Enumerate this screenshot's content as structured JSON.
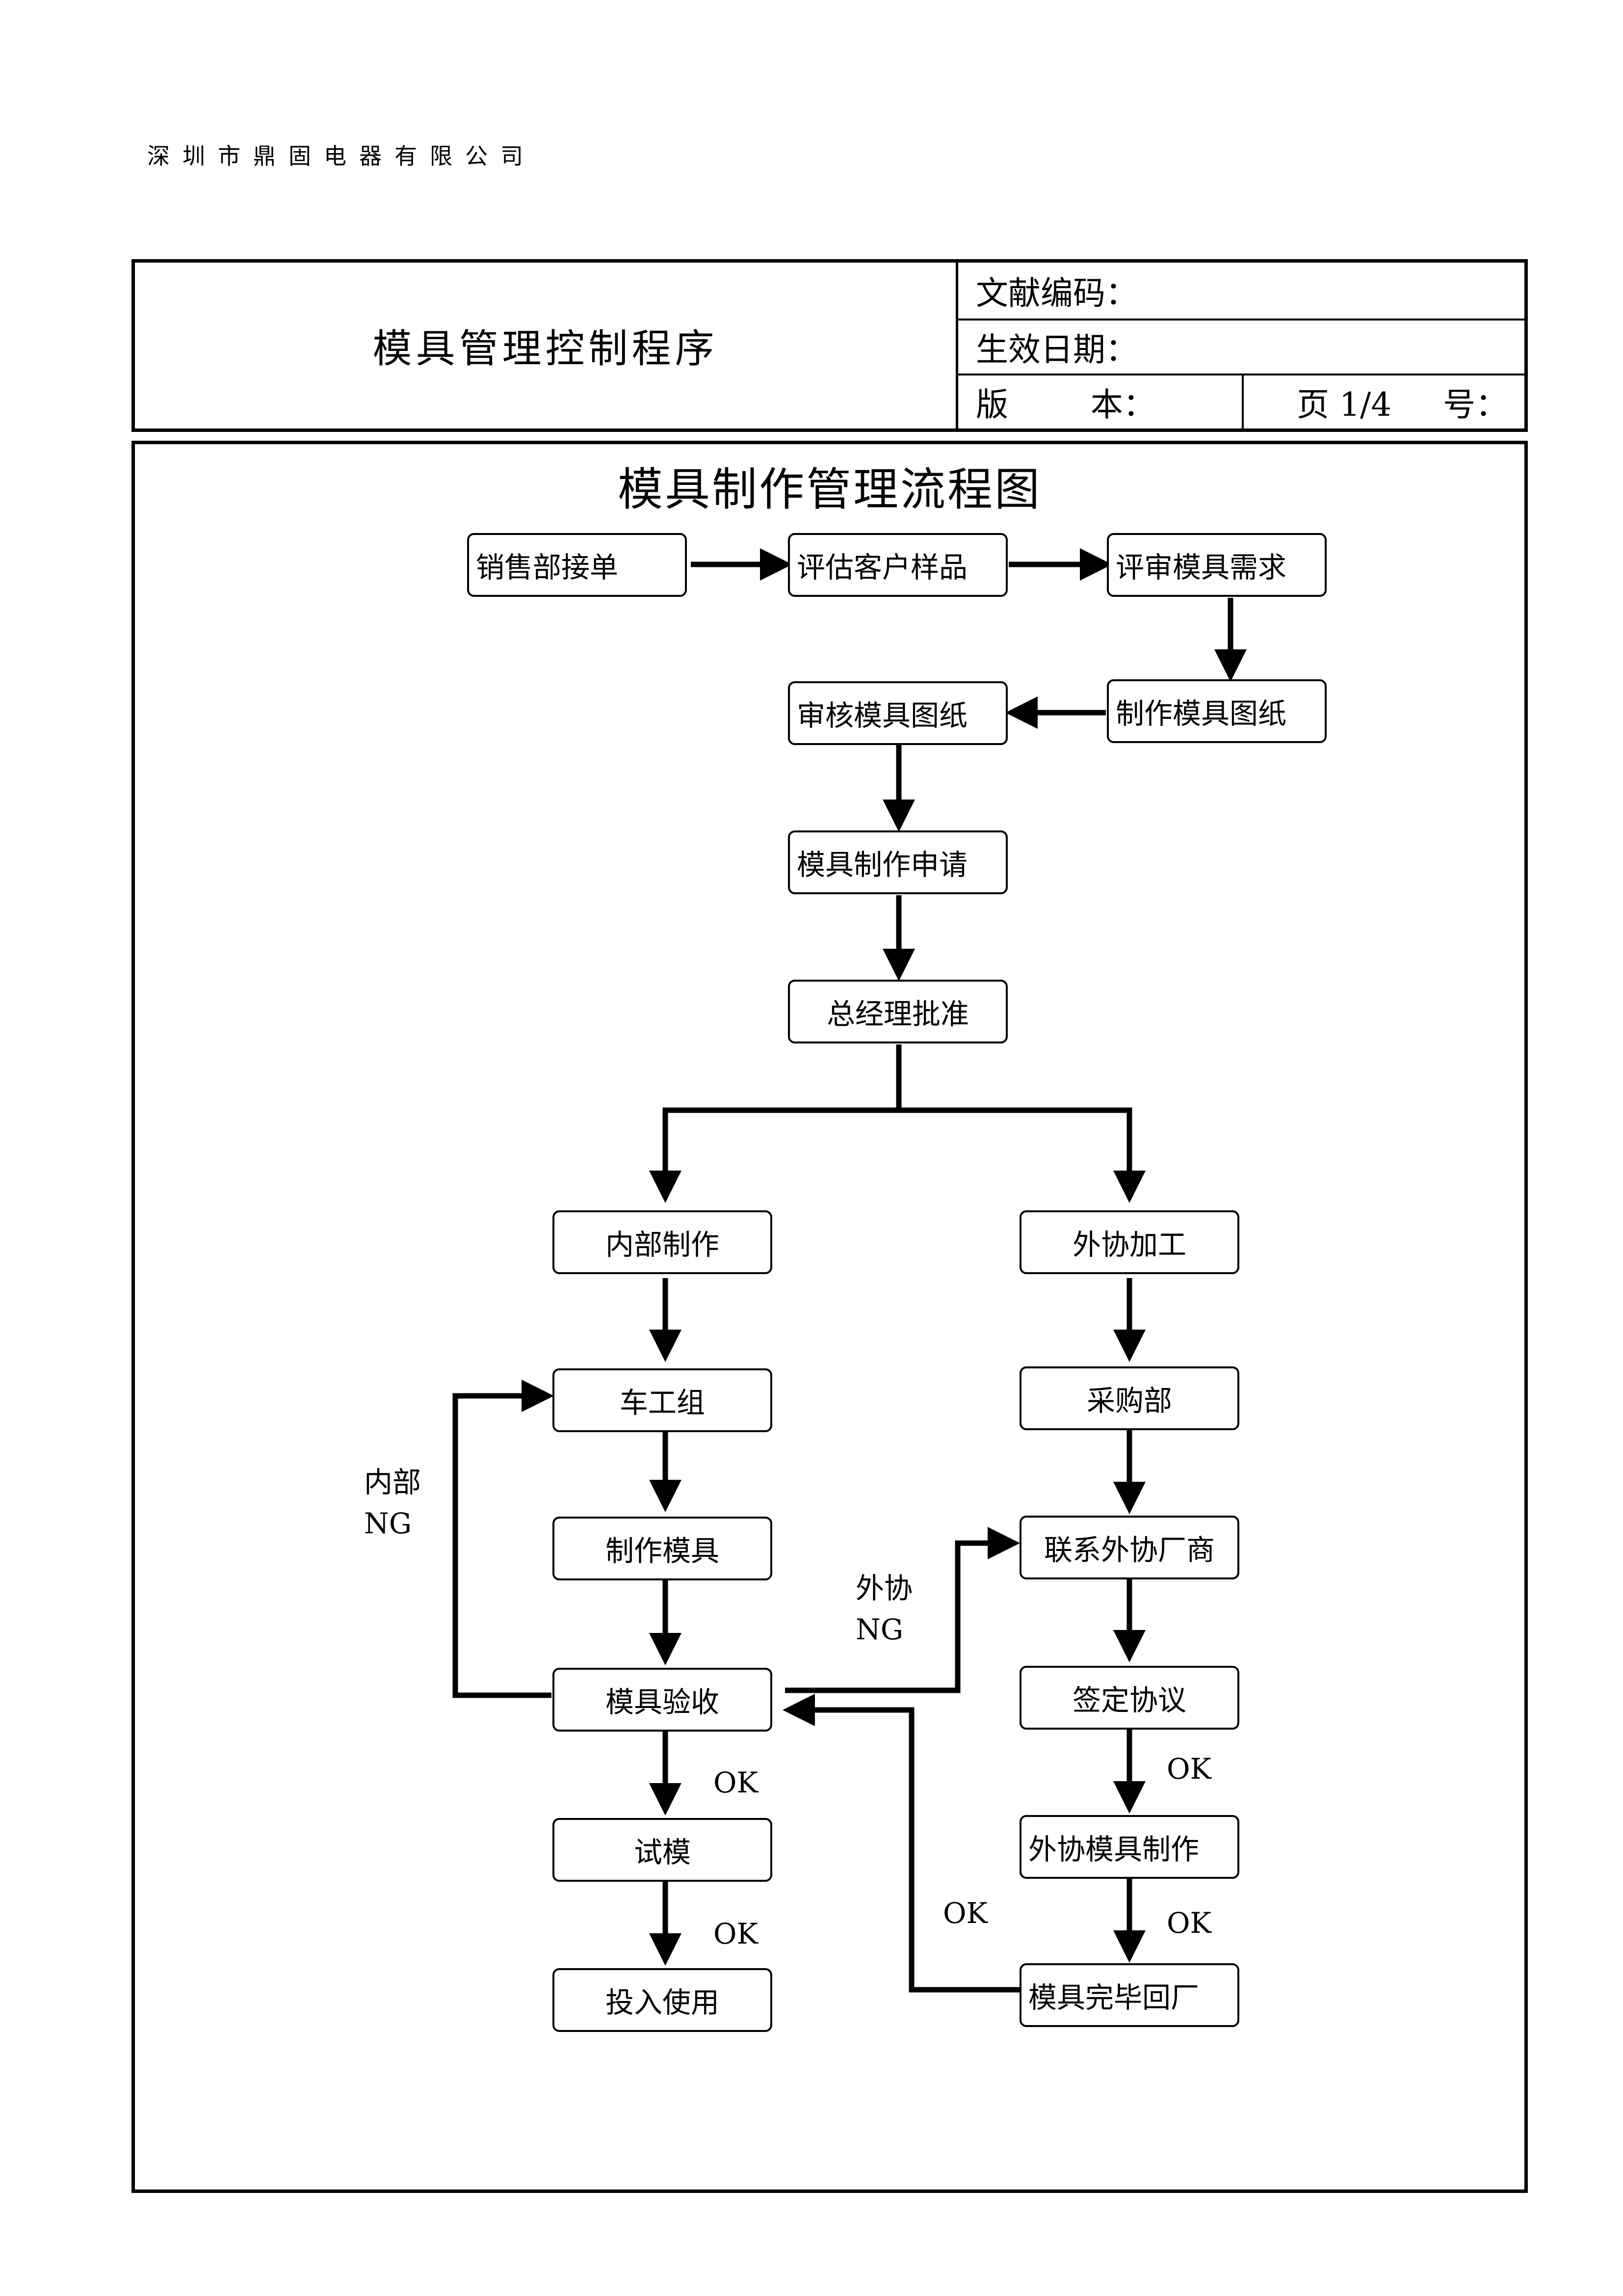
{
  "company": "深圳市鼎固电器有限公司",
  "header": {
    "title": "模具管理控制程序",
    "doc_code_label": "文献编码：",
    "effective_date_label": "生效日期：",
    "version_label": "版        本：",
    "page_label": "页 1/4     号："
  },
  "diagram": {
    "title": "模具制作管理流程图",
    "nodes": {
      "sales": "销售部接单",
      "eval_sample": "评估客户样品",
      "review_req": "评审模具需求",
      "make_drawing": "制作模具图纸",
      "audit_drawing": "审核模具图纸",
      "apply": "模具制作申请",
      "gm_approve": "总经理批准",
      "internal": "内部制作",
      "external": "外协加工",
      "lathe": "车工组",
      "purchase": "采购部",
      "make_mold": "制作模具",
      "contact_vendor": "联系外协厂商",
      "accept": "模具验收",
      "sign": "签定协议",
      "trial": "试模",
      "ext_make": "外协模具制作",
      "use": "投入使用",
      "returned": "模具完毕回厂"
    },
    "labels": {
      "internal_ng": "内部\nNG",
      "external_ng": "外协\nNG",
      "ok_accept_trial": "OK",
      "ok_trial_use": "OK",
      "ok_sign_ext": "OK",
      "ok_ext_returned": "OK",
      "ok_return": "OK"
    }
  }
}
